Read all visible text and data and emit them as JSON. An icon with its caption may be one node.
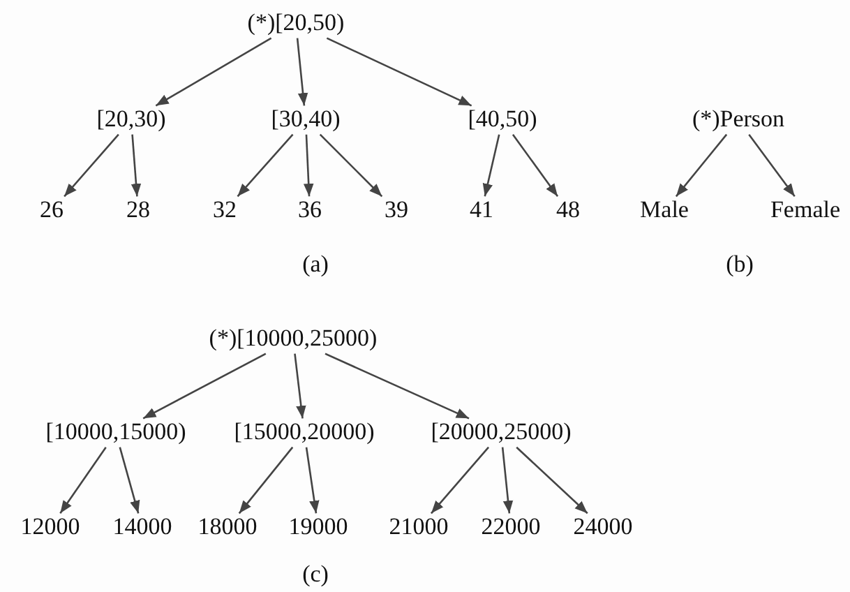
{
  "diagram": {
    "nodes": [
      {
        "text": [
          "(*)[20,50)"
        ]
      },
      {
        "text": [
          "[20,30)"
        ]
      },
      {
        "text": [
          "[30,40)"
        ]
      },
      {
        "text": [
          "[40,50)"
        ]
      },
      {
        "text": [
          "26"
        ]
      },
      {
        "text": [
          "28"
        ]
      },
      {
        "text": [
          "32"
        ]
      },
      {
        "text": [
          "36"
        ]
      },
      {
        "text": [
          "39"
        ]
      },
      {
        "text": [
          "41"
        ]
      },
      {
        "text": [
          "48"
        ]
      },
      {
        "text": [
          "(*)Person"
        ]
      },
      {
        "text": [
          "Male"
        ]
      },
      {
        "text": [
          "Female"
        ]
      },
      {
        "text": [
          "(*)[10000,25000)"
        ]
      },
      {
        "text": [
          "[10000,15000)"
        ]
      },
      {
        "text": [
          "[15000,20000)"
        ]
      },
      {
        "text": [
          "[20000,25000)"
        ]
      },
      {
        "text": [
          "12000"
        ]
      },
      {
        "text": [
          "14000"
        ]
      },
      {
        "text": [
          "18000"
        ]
      },
      {
        "text": [
          "19000"
        ]
      },
      {
        "text": [
          "21000"
        ]
      },
      {
        "text": [
          "22000"
        ]
      },
      {
        "text": [
          "24000"
        ]
      }
    ],
    "edges": [
      {
        "from": 0,
        "to": 1,
        "arrow": "to"
      },
      {
        "from": 0,
        "to": 2,
        "arrow": "to"
      },
      {
        "from": 0,
        "to": 3,
        "arrow": "to"
      },
      {
        "from": 1,
        "to": 4,
        "arrow": "to"
      },
      {
        "from": 1,
        "to": 5,
        "arrow": "to"
      },
      {
        "from": 2,
        "to": 6,
        "arrow": "to"
      },
      {
        "from": 2,
        "to": 7,
        "arrow": "to"
      },
      {
        "from": 2,
        "to": 8,
        "arrow": "to"
      },
      {
        "from": 3,
        "to": 9,
        "arrow": "to"
      },
      {
        "from": 3,
        "to": 10,
        "arrow": "to"
      },
      {
        "from": 11,
        "to": 12,
        "arrow": "to"
      },
      {
        "from": 11,
        "to": 13,
        "arrow": "to"
      },
      {
        "from": 14,
        "to": 15,
        "arrow": "to"
      },
      {
        "from": 14,
        "to": 16,
        "arrow": "to"
      },
      {
        "from": 14,
        "to": 17,
        "arrow": "to"
      },
      {
        "from": 15,
        "to": 18,
        "arrow": "to"
      },
      {
        "from": 15,
        "to": 19,
        "arrow": "to"
      },
      {
        "from": 16,
        "to": 20,
        "arrow": "to"
      },
      {
        "from": 16,
        "to": 21,
        "arrow": "to"
      },
      {
        "from": 17,
        "to": 22,
        "arrow": "to"
      },
      {
        "from": 17,
        "to": 23,
        "arrow": "to"
      },
      {
        "from": 17,
        "to": 24,
        "arrow": "to"
      }
    ],
    "labels": [
      "(a)",
      "(b)",
      "(c)"
    ]
  }
}
